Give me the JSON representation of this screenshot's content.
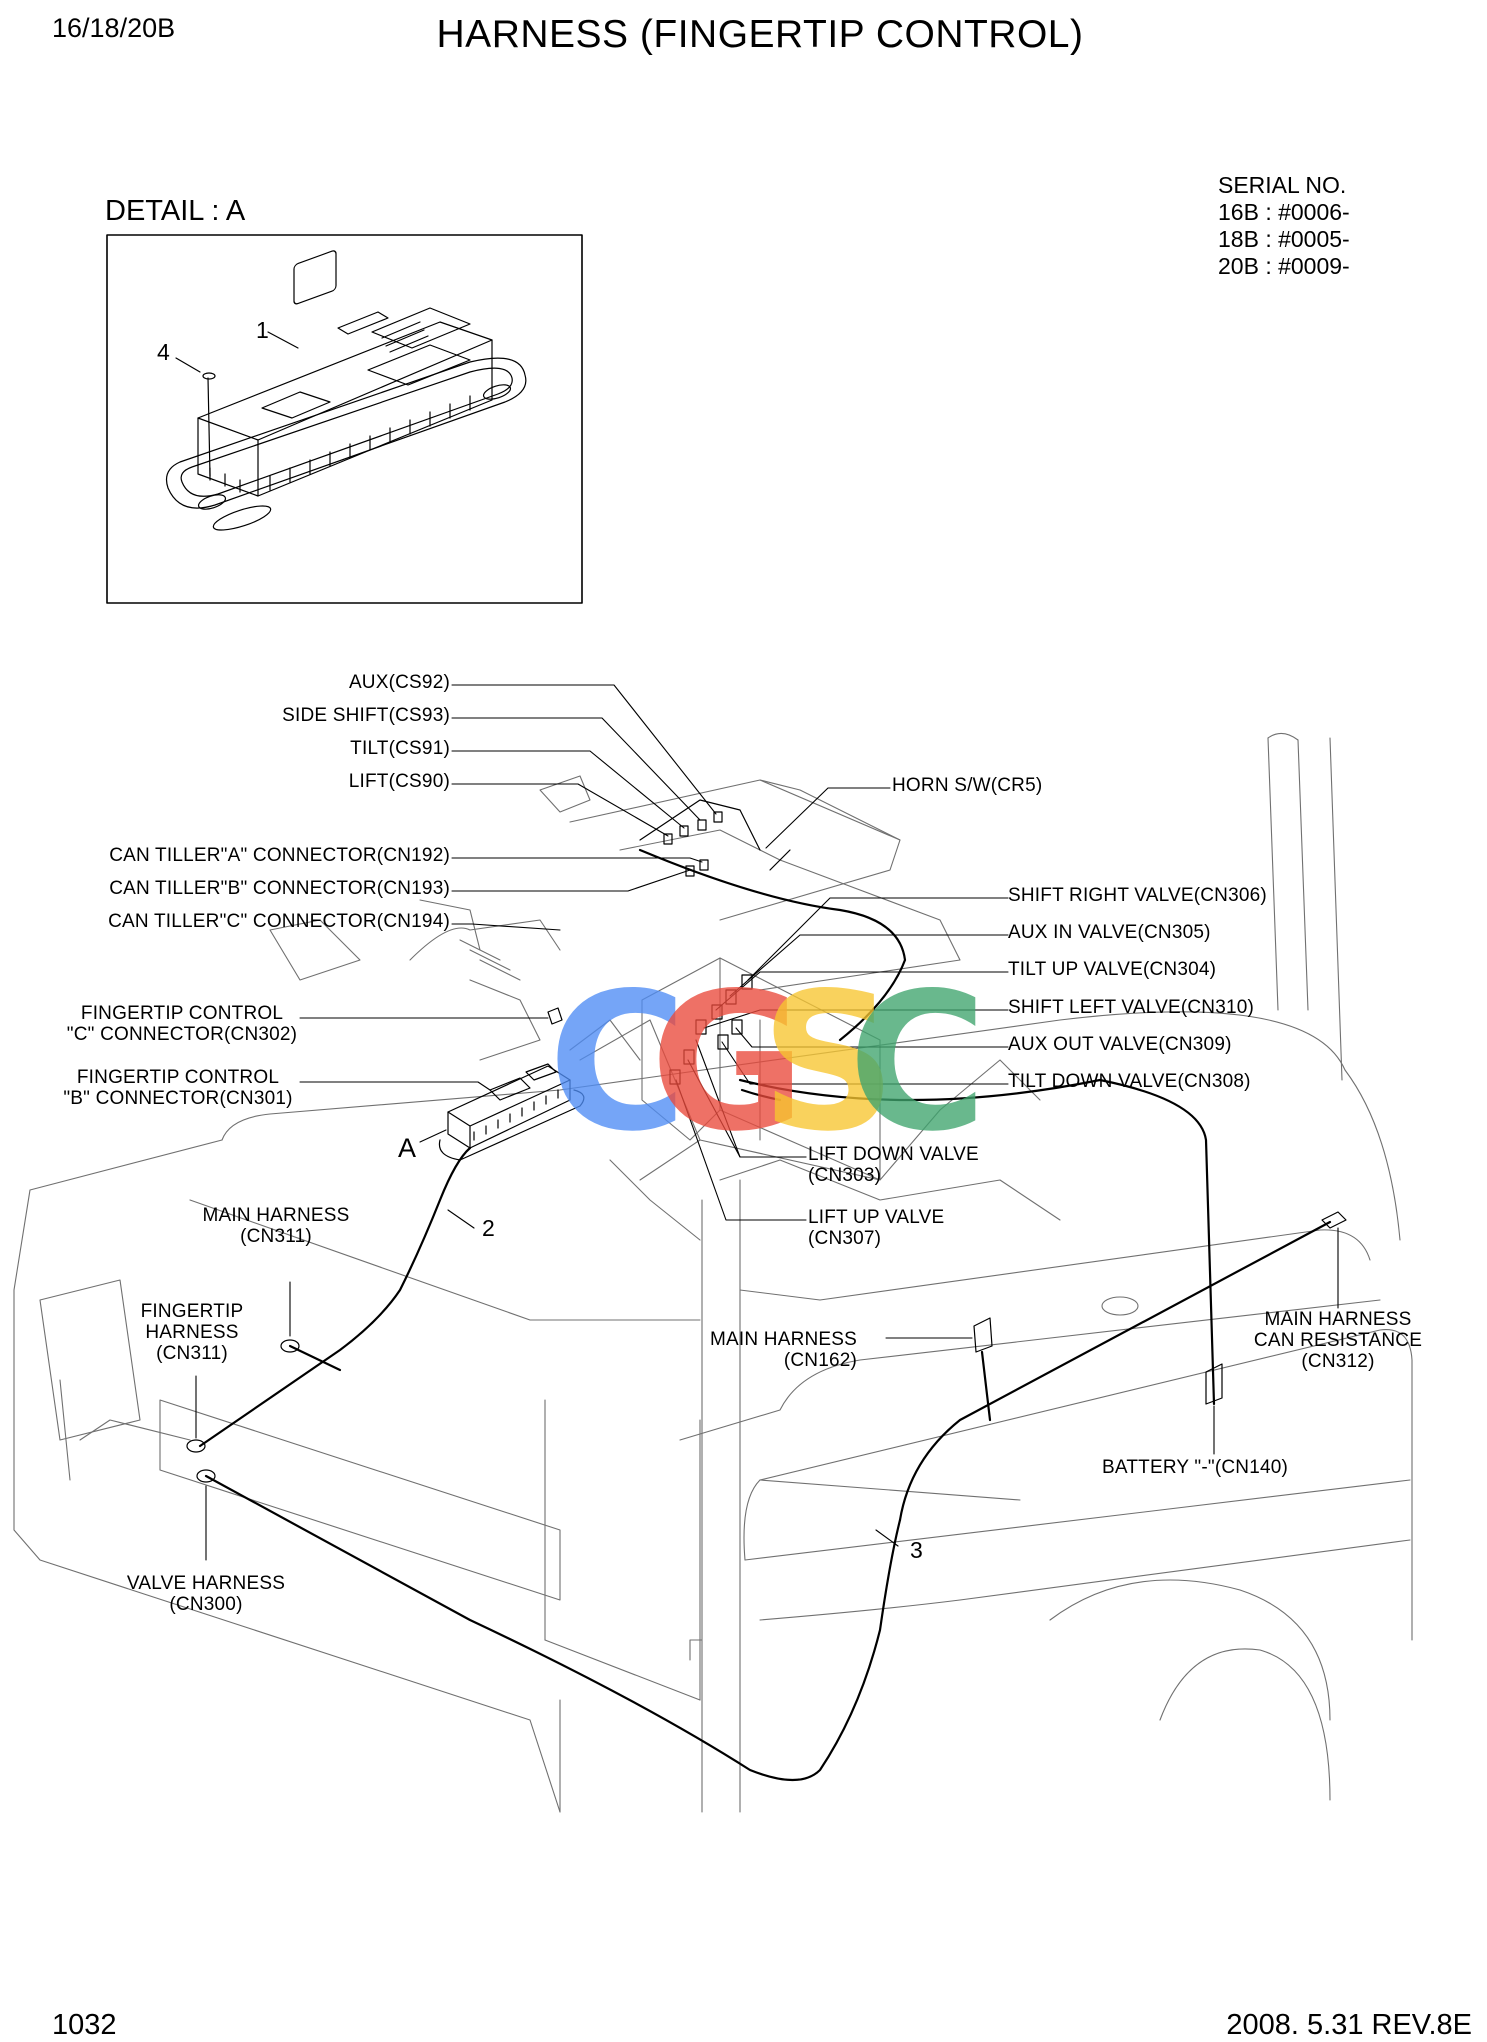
{
  "header": {
    "model": "16/18/20B",
    "title": "HARNESS (FINGERTIP CONTROL)"
  },
  "serial": {
    "heading": "SERIAL NO.",
    "lines": [
      "16B : #0006-",
      "18B : #0005-",
      "20B : #0009-"
    ]
  },
  "detail": {
    "title": "DETAIL : A",
    "callouts": [
      "1",
      "4"
    ]
  },
  "labels": {
    "aux": "AUX(CS92)",
    "side_shift": "SIDE SHIFT(CS93)",
    "tilt": "TILT(CS91)",
    "lift": "LIFT(CS90)",
    "horn": "HORN S/W(CR5)",
    "can_a": "CAN TILLER\"A\" CONNECTOR(CN192)",
    "can_b": "CAN TILLER\"B\" CONNECTOR(CN193)",
    "can_c": "CAN TILLER\"C\" CONNECTOR(CN194)",
    "shift_right": "SHIFT RIGHT VALVE(CN306)",
    "aux_in": "AUX IN VALVE(CN305)",
    "tilt_up": "TILT UP VALVE(CN304)",
    "shift_left": "SHIFT LEFT VALVE(CN310)",
    "aux_out": "AUX OUT VALVE(CN309)",
    "tilt_down": "TILT DOWN VALVE(CN308)",
    "fc_c": "FINGERTIP CONTROL\n\"C\" CONNECTOR(CN302)",
    "fc_b": "FINGERTIP CONTROL\n\"B\" CONNECTOR(CN301)",
    "lift_down": "LIFT DOWN VALVE\n(CN303)",
    "lift_up": "LIFT UP VALVE\n(CN307)",
    "main_cn311": "MAIN HARNESS\n(CN311)",
    "ft_cn311": "FINGERTIP\nHARNESS\n(CN311)",
    "main_cn162": "MAIN HARNESS\n(CN162)",
    "main_cn312": "MAIN HARNESS\nCAN RESISTANCE\n(CN312)",
    "battery": "BATTERY \"-\"(CN140)",
    "valve": "VALVE HARNESS\n(CN300)",
    "detail_ref": "A",
    "item2": "2",
    "item3": "3"
  },
  "watermark": {
    "letters": [
      "C",
      "G",
      "S",
      "C"
    ],
    "colors": [
      "#4f8df5",
      "#ea4a3c",
      "#f8c630",
      "#3fa56e"
    ]
  },
  "footer": {
    "page": "1032",
    "revision": "2008. 5.31  REV.8E"
  }
}
